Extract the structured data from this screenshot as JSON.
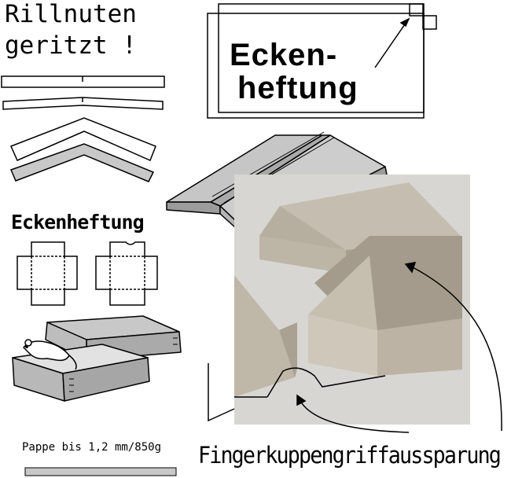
{
  "labels": {
    "rillnuten_line1": "Rillnuten",
    "rillnuten_line2": "geritzt !",
    "eckenheftung_big_line1": "Ecken-",
    "eckenheftung_big_line2": "heftung",
    "eckenheftung_small": "Eckenheftung",
    "pappe": "Pappe bis 1,2 mm/850g",
    "fingerkuppe": "Fingerkuppengriffaussparung"
  },
  "colors": {
    "line": "#000000",
    "board_gray": "#c8c8c8",
    "photo_bg": "#d7d6d2",
    "cardboard": "#bdb5a6",
    "cardboard_light": "#cec7b9",
    "cardboard_dark": "#a89f90"
  }
}
